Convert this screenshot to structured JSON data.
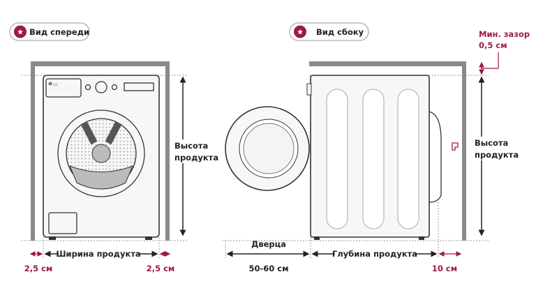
{
  "colors": {
    "accent": "#9b1b45",
    "wall": "#8a8a8a"
  },
  "front_view": {
    "badge_label": "Вид спереди",
    "badge_icon": "star-icon",
    "logo_text": "LG",
    "height_label_line1": "Высота",
    "height_label_line2": "продукта",
    "width_label": "Ширина продукта",
    "left_gap": "2,5 см",
    "right_gap": "2,5 см"
  },
  "side_view": {
    "badge_label": "Вид сбоку",
    "badge_icon": "star-icon",
    "min_gap_line1": "Мин. зазор",
    "min_gap_line2": "0,5 см",
    "height_label_line1": "Высота",
    "height_label_line2": "продукта",
    "door_label": "Дверца",
    "door_value": "50-60 см",
    "depth_label": "Глубина продукта",
    "back_gap": "10 см"
  }
}
